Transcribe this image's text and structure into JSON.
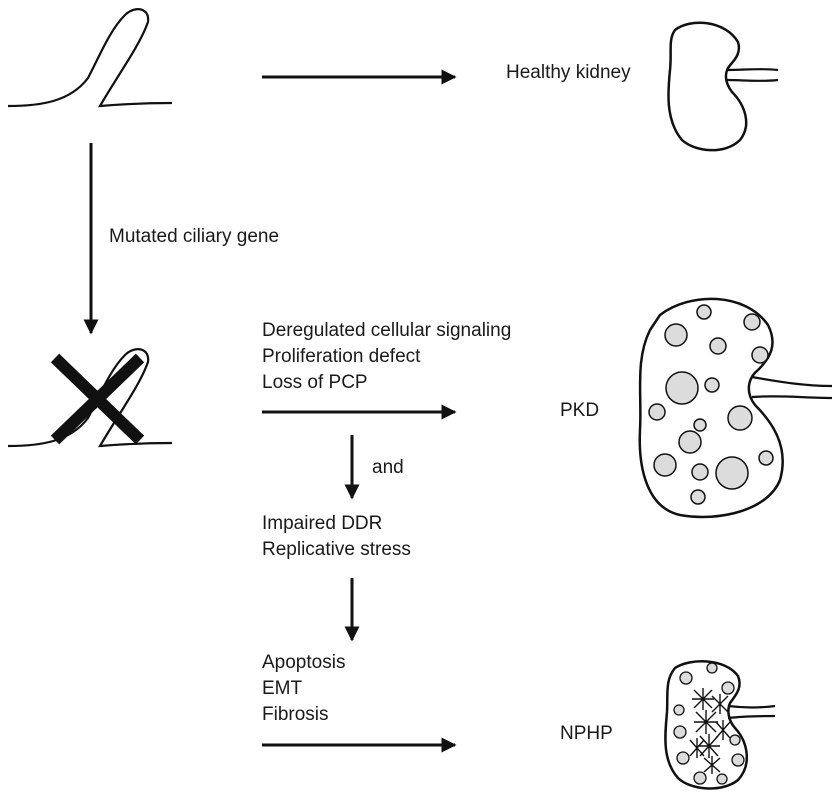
{
  "labels": {
    "healthy_kidney": "Healthy kidney",
    "mutated_gene": "Mutated ciliary gene",
    "signaling_block": [
      "Deregulated cellular signaling",
      "Proliferation defect",
      "Loss of PCP"
    ],
    "pkd": "PKD",
    "and": "and",
    "ddr_block": [
      "Impaired DDR",
      "Replicative stress"
    ],
    "fibrosis_block": [
      "Apoptosis",
      "EMT",
      "Fibrosis"
    ],
    "nphp": "NPHP"
  },
  "colors": {
    "stroke": "#111111",
    "cyst_fill": "#dcdcdc",
    "background": "#ffffff"
  }
}
